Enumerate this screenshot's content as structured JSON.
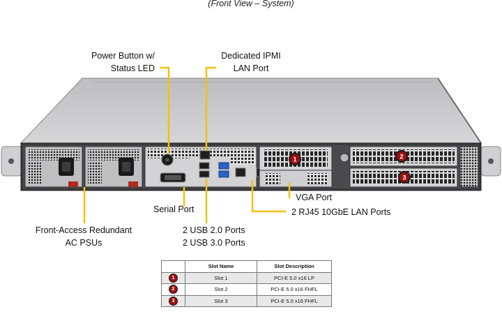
{
  "caption": "(Front View – System)",
  "callouts": {
    "power_button": [
      "Power Button w/",
      "Status LED"
    ],
    "ipmi": [
      "Dedicated IPMI",
      "LAN Port"
    ],
    "vga": "VGA Port",
    "lan": "2 RJ45 10GbE LAN Ports",
    "serial": "Serial Port",
    "usb": [
      "2 USB 2.0 Ports",
      "2 USB 3.0 Ports"
    ],
    "psu": [
      "Front-Access Redundant",
      "AC PSUs"
    ]
  },
  "slot_markers": [
    "1",
    "2",
    "3"
  ],
  "slot_table": {
    "headers": [
      "",
      "Slot Name",
      "Slot Description"
    ],
    "rows": [
      {
        "badge": "1",
        "name": "Slot 1",
        "desc": "PCI-E 5.0 x16 LP"
      },
      {
        "badge": "2",
        "name": "Slot 2",
        "desc": "PCI-E 5.0 x16 FHFL"
      },
      {
        "badge": "3",
        "name": "Slot 3",
        "desc": "PCI-E 5.0 x16 FHFL"
      }
    ]
  },
  "colors": {
    "callout_line": "#f3c012",
    "marker": "#9b1010",
    "chassis_top": "#c4c4c6",
    "chassis_face": "#3a3a3c",
    "usb3": "#2a63c9",
    "vga": "#2858b8"
  }
}
